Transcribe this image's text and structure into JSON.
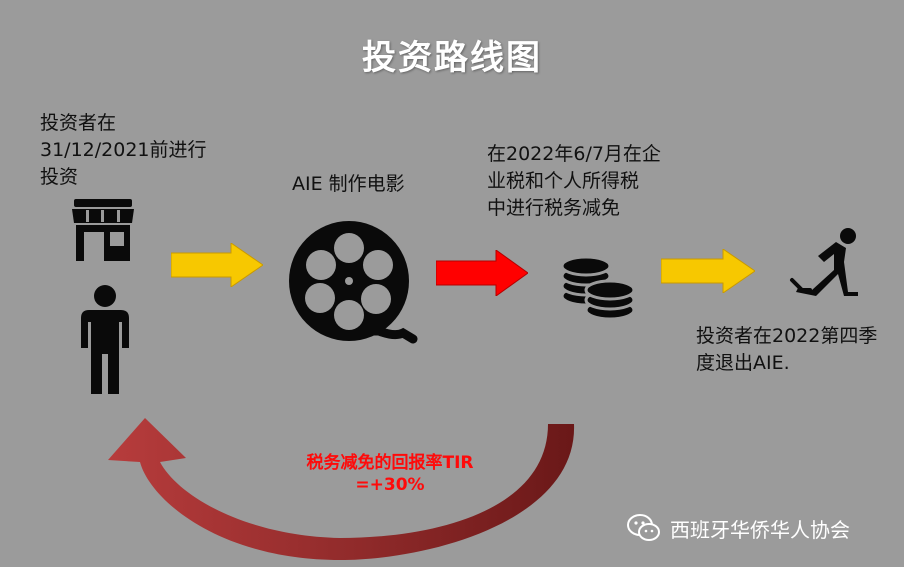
{
  "title": "投资路线图",
  "step1": {
    "lines": [
      "投资者在",
      "31/12/2021前进行",
      "投资"
    ]
  },
  "step2": {
    "label": "AIE 制作电影"
  },
  "step3": {
    "lines": [
      "在2022年6/7月在企",
      "业税和个人所得税",
      "中进行税务减免"
    ]
  },
  "step4": {
    "lines": [
      "投资者在2022第四季",
      "度退出AIE."
    ]
  },
  "tir": {
    "lines": [
      "税务减免的回报率TIR",
      "=+30%"
    ]
  },
  "watermark": {
    "text": "西班牙华侨华人协会"
  },
  "colors": {
    "background": "#9b9b9b",
    "arrow_yellow": "#f7c800",
    "arrow_red": "#ff0000",
    "return_arrow": "#b03a3a",
    "tir_text": "#ff0a0a",
    "icon": "#0a0a0a"
  },
  "icons": [
    "store-icon",
    "person-icon",
    "film-reel-icon",
    "coins-icon",
    "skater-icon",
    "wechat-icon"
  ]
}
